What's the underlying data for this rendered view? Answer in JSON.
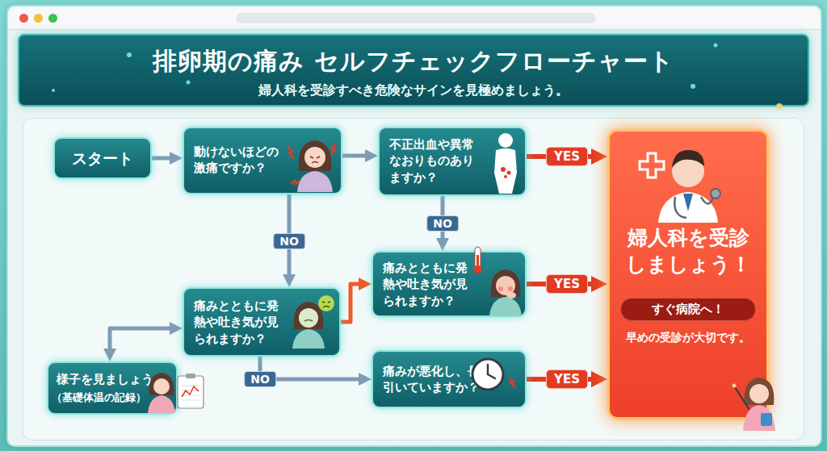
{
  "diagram": {
    "title": "排卵期の痛み セルフチェックフローチャート",
    "nodes": [
      {
        "text": [
          "スタート"
        ]
      },
      {
        "text": [
          "動けないほどの激痛ですか？"
        ]
      },
      {
        "text": [
          "不正出血や異常なおりものありますか？"
        ]
      },
      {
        "text": [
          "婦人科を受診しましょう！",
          "早めの受診が大切です。"
        ]
      },
      {
        "text": [
          "すぐ病院へ！"
        ],
        "in": 3
      },
      {
        "text": [
          "痛みとともに発熱や吐き気が見られますか？"
        ]
      },
      {
        "text": [
          "痛みとともに発熱や吐き気が見られますか？"
        ]
      },
      {
        "text": [
          "様子を見ましょう",
          "（基礎体温の記録）"
        ]
      },
      {
        "text": [
          "痛みが悪化し、長引いていますか？"
        ]
      }
    ],
    "edges": [
      {
        "from": 0,
        "to": 1,
        "arrow": "to"
      },
      {
        "from": 1,
        "to": 2,
        "arrow": "to"
      },
      {
        "from": 2,
        "to": 3,
        "label": "YES",
        "arrow": "to"
      },
      {
        "from": 1,
        "to": 6,
        "label": "NO",
        "arrow": "to"
      },
      {
        "from": 2,
        "to": 5,
        "label": "NO",
        "arrow": "to"
      },
      {
        "from": 5,
        "to": 3,
        "label": "YES",
        "arrow": "to"
      },
      {
        "from": 6,
        "to": 5,
        "arrow": "to"
      },
      {
        "from": 6,
        "to": 8,
        "label": "NO",
        "arrow": "to"
      },
      {
        "from": 8,
        "to": 3,
        "label": "YES",
        "arrow": "to"
      },
      {
        "from": 6,
        "to": 7,
        "arrow": "both"
      }
    ],
    "labels": [
      "婦人科を受診すべき危険なサインを見極めましょう。"
    ]
  }
}
